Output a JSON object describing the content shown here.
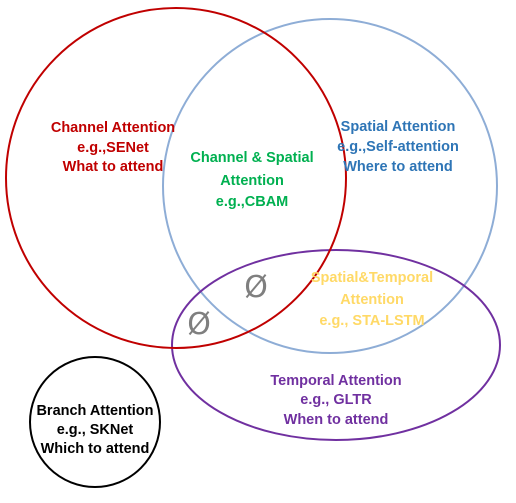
{
  "colors": {
    "channel": "#C00000",
    "spatial": "#8EADD6",
    "spatial_text": "#2E75B6",
    "temporal": "#7030A0",
    "overlap_channel_spatial": "#00B050",
    "overlap_spatial_temporal": "#FFD966",
    "branch": "#000000",
    "empty_symbol": "#7F7F7F"
  },
  "sets": {
    "channel": {
      "line1": "Channel Attention",
      "line2": "e.g.,SENet",
      "line3": "What to attend"
    },
    "spatial": {
      "line1": "Spatial Attention",
      "line2": "e.g.,Self-attention",
      "line3": "Where to attend"
    },
    "temporal": {
      "line1": "Temporal Attention",
      "line2": "e.g., GLTR",
      "line3": "When to attend"
    },
    "branch": {
      "line1": "Branch Attention",
      "line2": "e.g., SKNet",
      "line3": "Which to attend"
    }
  },
  "intersections": {
    "channel_spatial": {
      "line1": "Channel & Spatial",
      "line2": "Attention",
      "line3": "e.g.,CBAM"
    },
    "spatial_temporal": {
      "line1": "Spatial&Temporal",
      "line2": "Attention",
      "line3": "e.g., STA-LSTM"
    },
    "empty_symbol_1": "Ø",
    "empty_symbol_2": "Ø"
  }
}
